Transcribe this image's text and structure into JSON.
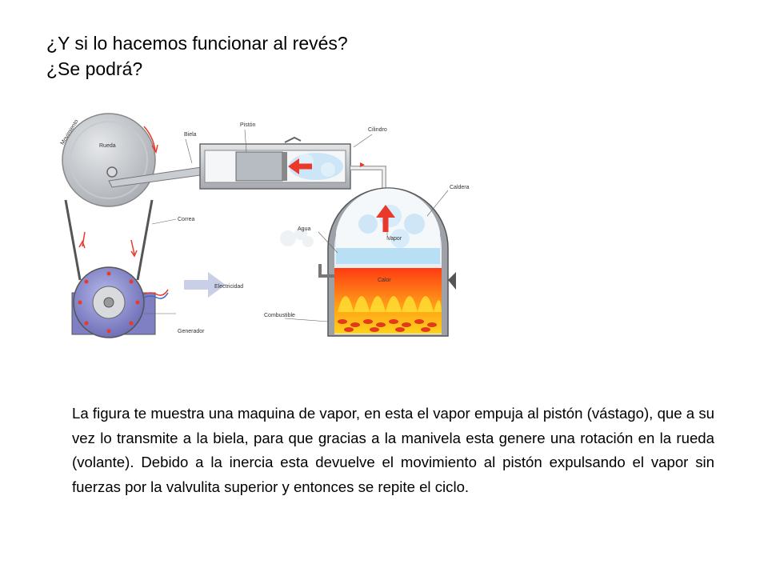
{
  "title": {
    "line1": "¿Y si lo hacemos funcionar al revés?",
    "line2": "¿Se podrá?"
  },
  "figure": {
    "labels": {
      "movimiento": "Movimiento",
      "rueda": "Rueda",
      "biela": "Biela",
      "piston": "Pistón",
      "cilindro": "Cilindro",
      "caldera": "Caldera",
      "agua": "Agua",
      "vapor": "Vapor",
      "calor": "Calor",
      "correa": "Correa",
      "electricidad": "Electricidad",
      "combustible": "Combustible",
      "generador": "Generador"
    },
    "colors": {
      "arrow_red": "#e8392b",
      "fire_yellow": "#ffd21a",
      "fire_orange": "#f07a1a",
      "metal_gray": "#b8bcc2",
      "generator_purple": "#8f8fd0",
      "steam_blue": "#cde6f7"
    }
  },
  "paragraph": "La figura te muestra una maquina de vapor, en esta el vapor empuja al pistón (vástago), que a su vez lo transmite a la biela, para que gracias a la manivela esta genere una rotación en la rueda (volante). Debido a la inercia esta devuelve el movimiento al pistón expulsando el vapor sin fuerzas por la valvulita superior y entonces se repite el ciclo."
}
